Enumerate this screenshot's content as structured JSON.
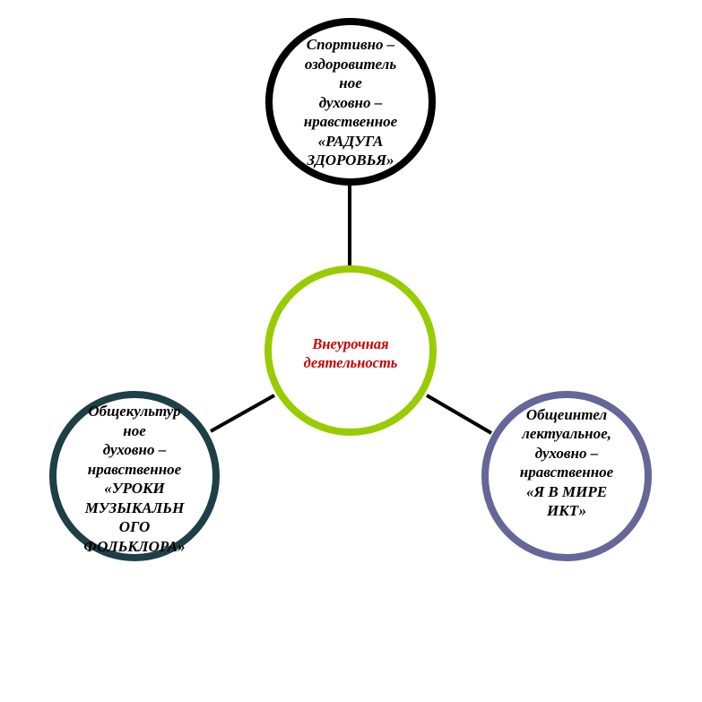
{
  "diagram": {
    "center": {
      "label": "Внеурочная\nдеятельность",
      "border_color": "#99cc00",
      "text_color": "#cc0000"
    },
    "top": {
      "label": "Спортивно –\nоздоровитель\nное\nдуховно –\nнравственное\n«РАДУГА\nЗДОРОВЬЯ»",
      "border_color": "#000000"
    },
    "left": {
      "label": "Общекультур\nное\nдуховно –\nнравственное\n«УРОКИ\nМУЗЫКАЛЬН\nОГО\nФОЛЬКЛОРА»",
      "border_color": "#1f3f47"
    },
    "right": {
      "label": "Общеинтел\nлектуальное,\nдуховно –\nнравственное\n«Я В МИРЕ\nИКТ»",
      "border_color": "#666699"
    },
    "connector_color": "#000000"
  }
}
